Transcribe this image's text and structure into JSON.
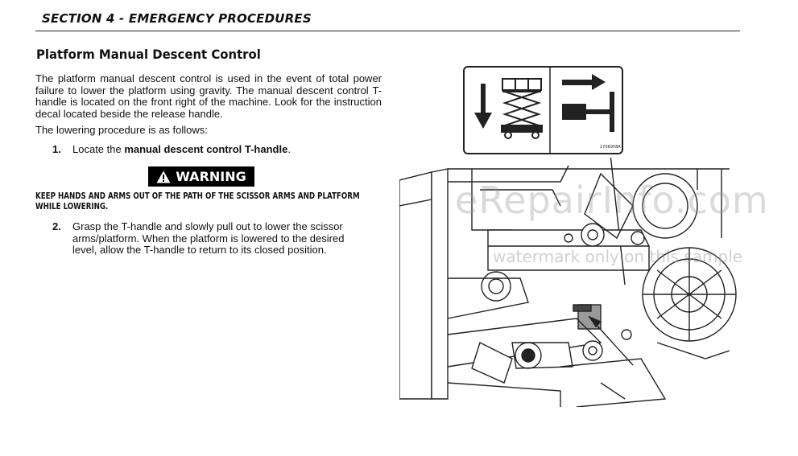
{
  "header": {
    "section": "SECTION 4 - EMERGENCY PROCEDURES"
  },
  "title": "Platform Manual Descent Control",
  "intro": "The platform manual descent control is used in the event of total power failure to lower the platform using gravity. The manual descent control T-handle is located on the front right of the machine. Look for the instruction decal located beside the release handle.",
  "procedure_intro": "The lowering procedure is as follows:",
  "steps": [
    {
      "num": "1.",
      "text_before": "Locate the ",
      "text_bold": "manual descent control T-handle",
      "text_after": "."
    },
    {
      "num": "2.",
      "text": "Grasp the T-handle and slowly pull out to lower the scissor arms/platform. When the platform is lowered to the desired level, allow the T-handle to return to its closed position."
    }
  ],
  "warning": {
    "label": "WARNING",
    "text": "KEEP HANDS AND ARMS OUT OF THE PATH OF THE SCISSOR ARMS AND PLATFORM WHILE LOWERING."
  },
  "decal": {
    "code": "1706958A"
  },
  "watermark": {
    "main": "eRepairInfo.com",
    "sub": "watermark only on this sample"
  }
}
